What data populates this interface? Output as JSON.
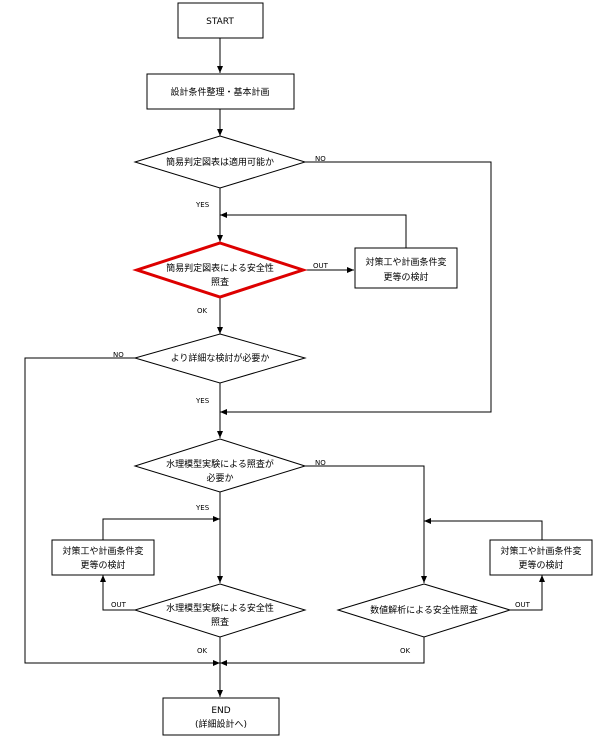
{
  "diagram": {
    "nodes": {
      "start": {
        "type": "terminal",
        "lines": [
          "START"
        ]
      },
      "plan": {
        "type": "process",
        "lines": [
          "設計条件整理・基本計画"
        ]
      },
      "d1": {
        "type": "decision",
        "lines": [
          "簡易判定図表は適用可能か"
        ]
      },
      "d2": {
        "type": "decision",
        "highlight": true,
        "lines": [
          "簡易判定図表による安全性",
          "照査"
        ]
      },
      "p_side1": {
        "type": "process",
        "lines": [
          "対策工や計画条件変",
          "更等の検討"
        ]
      },
      "d3": {
        "type": "decision",
        "lines": [
          "より詳細な検討が必要か"
        ]
      },
      "d4": {
        "type": "decision",
        "lines": [
          "水理模型実験による照査が",
          "必要か"
        ]
      },
      "p_left": {
        "type": "process",
        "lines": [
          "対策工や計画条件変",
          "更等の検討"
        ]
      },
      "d5": {
        "type": "decision",
        "lines": [
          "水理模型実験による安全性",
          "照査"
        ]
      },
      "d6": {
        "type": "decision",
        "lines": [
          "数値解析による安全性照査"
        ]
      },
      "p_right": {
        "type": "process",
        "lines": [
          "対策工や計画条件変",
          "更等の検討"
        ]
      },
      "end": {
        "type": "terminal",
        "lines": [
          "END",
          "(詳細設計へ)"
        ]
      }
    },
    "edge_labels": {
      "d1_no": "NO",
      "d1_yes": "YES",
      "d2_out": "OUT",
      "d2_ok": "OK",
      "d3_no": "NO",
      "d3_yes": "YES",
      "d4_no": "NO",
      "d4_yes": "YES",
      "d5_out": "OUT",
      "d5_ok": "OK",
      "d6_out": "OUT",
      "d6_ok": "OK"
    },
    "colors": {
      "line": "#000000",
      "highlight": "#dd0000",
      "fill": "#ffffff"
    }
  }
}
